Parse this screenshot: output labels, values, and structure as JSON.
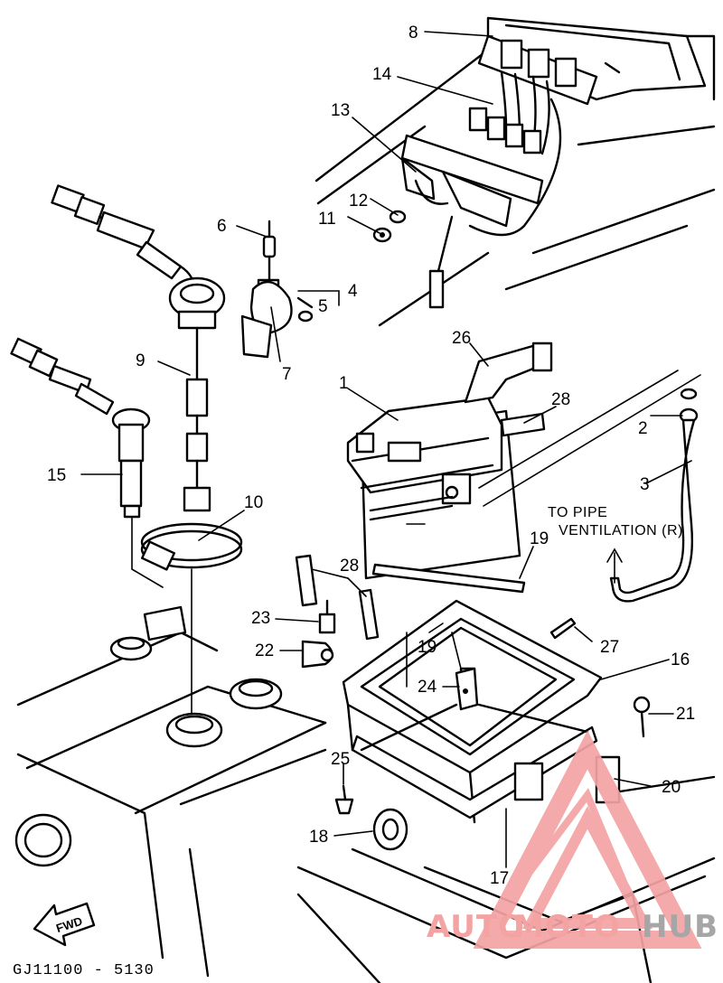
{
  "callouts": {
    "c1": "1",
    "c2": "2",
    "c3": "3",
    "c4": "4",
    "c5": "5",
    "c6": "6",
    "c7": "7",
    "c8": "8",
    "c9": "9",
    "c10": "10",
    "c11": "11",
    "c12": "12",
    "c13": "13",
    "c14": "14",
    "c15": "15",
    "c16": "16",
    "c17": "17",
    "c18": "18",
    "c19a": "19",
    "c19b": "19",
    "c20": "20",
    "c21": "21",
    "c22": "22",
    "c23": "23",
    "c24": "24",
    "c25": "25",
    "c26": "26",
    "c27": "27",
    "c28a": "28",
    "c28b": "28"
  },
  "note": {
    "line1": "TO PIPE",
    "line2": "VENTILATION (R)"
  },
  "fwd_label": "FWD",
  "drawing_code": "GJ11100 - 5130",
  "watermark": {
    "part1": "AUTO",
    "part2": "MOTO",
    "part3": "HUB",
    "color_primary": "#f4a3a3",
    "color_secondary": "#a6a6a6"
  }
}
